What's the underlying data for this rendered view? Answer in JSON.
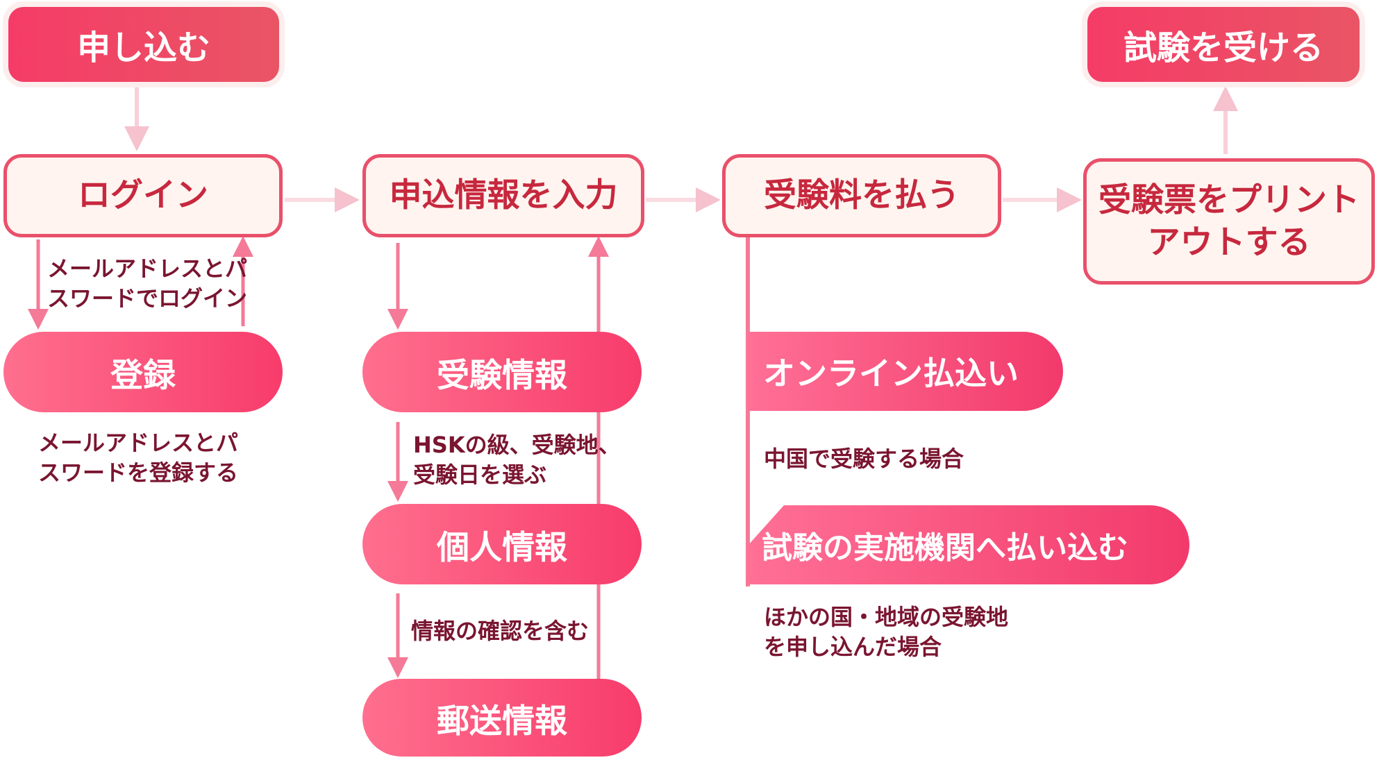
{
  "diagram": {
    "apply": "申し込む",
    "take_exam": "試験を受ける",
    "steps": {
      "login": "ログイン",
      "enter_info": "申込情報を入力",
      "pay_fee": "受験料を払う",
      "print_ticket_line1": "受験票をプリント",
      "print_ticket_line2": "アウトする"
    },
    "register": {
      "title": "登録",
      "login_note_line1": "メールアドレスとパ",
      "login_note_line2": "スワードでログイン",
      "note_line1": "メールアドレスとパ",
      "note_line2": "スワードを登録する"
    },
    "info_items": {
      "exam_info": "受験情報",
      "exam_note_line1": "HSKの級、受験地、",
      "exam_note_line2": "受験日を選ぶ",
      "personal_info": "個人情報",
      "personal_note": "情報の確認を含む",
      "postal_info": "郵送情報"
    },
    "payment": {
      "online": "オンライン払込い",
      "online_note": "中国で受験する場合",
      "institution": "試験の実施機関へ払い込む",
      "institution_note_line1": "ほかの国・地域の受験地",
      "institution_note_line2": "を申し込んだ場合"
    },
    "colors": {
      "primary": "#f53c66",
      "outline_border": "#e9506a",
      "outline_fill": "#fff4ef",
      "connector": "#f7a9bb",
      "note_text": "#7a1530"
    }
  }
}
